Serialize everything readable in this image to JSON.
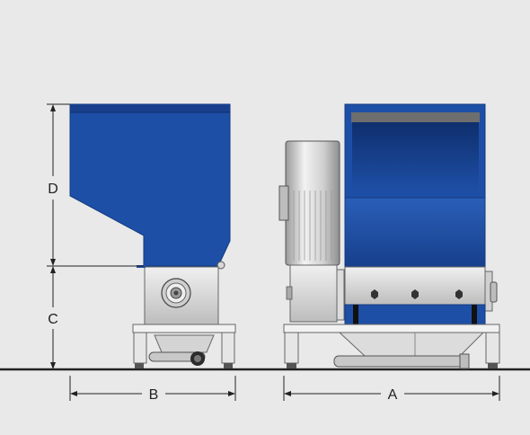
{
  "dimensions": {
    "a_label": "A",
    "b_label": "B",
    "c_label": "C",
    "d_label": "D"
  },
  "colors": {
    "background": "#e9e9e9",
    "machine_blue": "#1e4fa6",
    "machine_blue_dark": "#143a80",
    "steel_light": "#e6e6e6",
    "steel_mid": "#c4c4c4",
    "steel_dark": "#8a8a8a",
    "line": "#222222"
  }
}
